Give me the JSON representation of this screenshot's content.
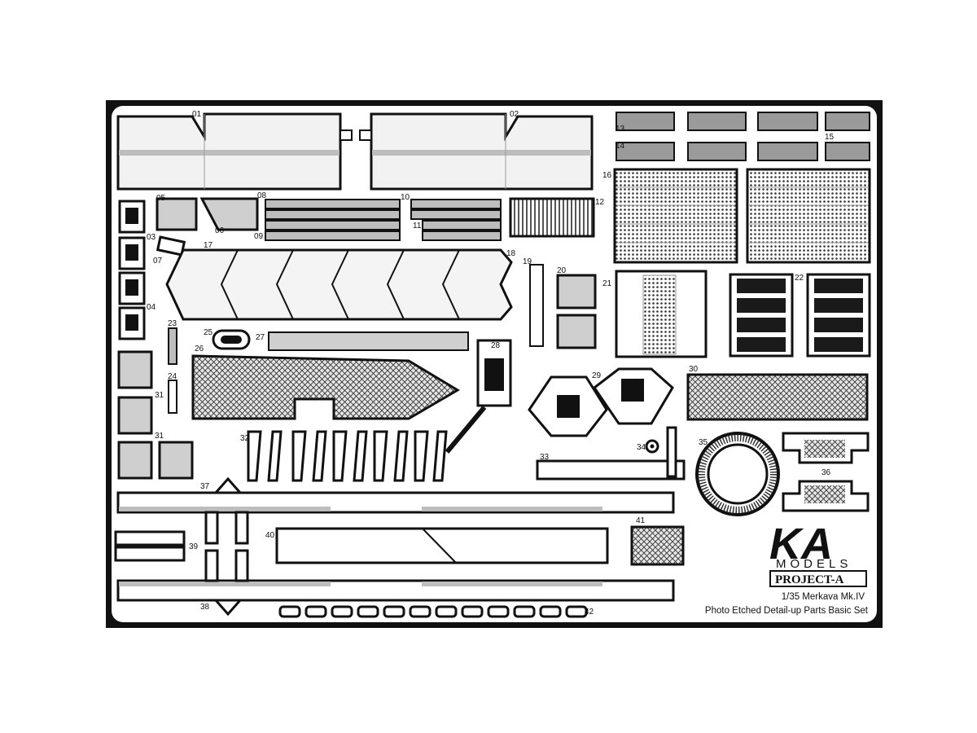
{
  "logo": {
    "brand": "KA",
    "sub": "MODELS",
    "badge": "PROJECT-A"
  },
  "title": {
    "line1": "1/35 Merkava Mk.IV",
    "line2": "Photo Etched Detail-up Parts Basic Set"
  },
  "part_labels": [
    "01",
    "02",
    "03",
    "04",
    "05",
    "06",
    "07",
    "08",
    "09",
    "10",
    "11",
    "12",
    "13",
    "14",
    "15",
    "16",
    "17",
    "18",
    "19",
    "20",
    "21",
    "22",
    "23",
    "24",
    "25",
    "26",
    "27",
    "28",
    "29",
    "30",
    "31",
    "31",
    "32",
    "33",
    "34",
    "35",
    "36",
    "37",
    "38",
    "39",
    "40",
    "41",
    "42"
  ],
  "colors": {
    "frame": "#111111",
    "sheet": "#ffffff",
    "part_fill": "#eeeeee",
    "mesh_fill": "#d8d8d8",
    "dark_fill": "#1a1a1a",
    "hinge_fill": "#9a9a9a",
    "stripe": "#bdbdbd"
  }
}
